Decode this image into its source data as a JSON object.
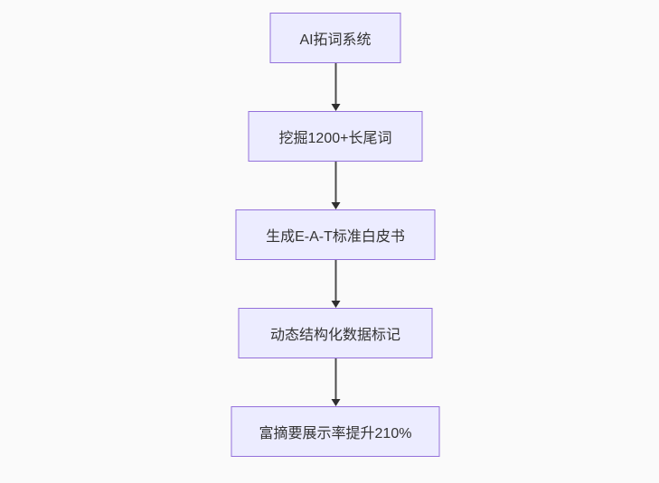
{
  "diagram": {
    "type": "flowchart-vertical",
    "direction": "top-down",
    "nodes": [
      {
        "id": "ai-keyword-system",
        "label": "AI拓词系统"
      },
      {
        "id": "longtail-mining",
        "label": "挖掘1200+长尾词"
      },
      {
        "id": "eat-whitepaper",
        "label": "生成E-A-T标准白皮书"
      },
      {
        "id": "structured-data-markup",
        "label": "动态结构化数据标记"
      },
      {
        "id": "rich-snippet-uplift",
        "label": "富摘要展示率提升210%"
      }
    ],
    "edges": [
      {
        "from": "ai-keyword-system",
        "to": "longtail-mining"
      },
      {
        "from": "longtail-mining",
        "to": "eat-whitepaper"
      },
      {
        "from": "eat-whitepaper",
        "to": "structured-data-markup"
      },
      {
        "from": "structured-data-markup",
        "to": "rich-snippet-uplift"
      }
    ],
    "colors": {
      "page_background": "#fafafa",
      "node_fill": "#ececff",
      "node_border": "#9370db",
      "node_text": "#333333",
      "arrow": "#333333"
    }
  }
}
